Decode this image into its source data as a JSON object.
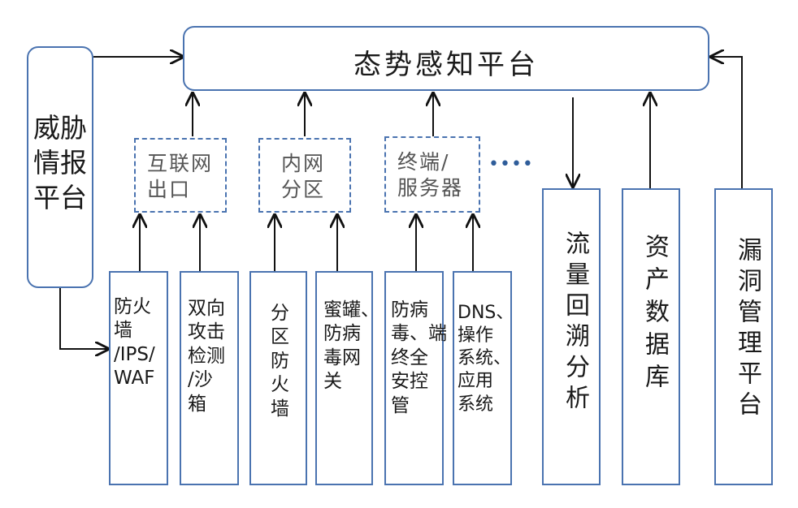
{
  "top_platform": "态势感知平台",
  "threat_intel": "威胁情报平台",
  "dashed_boxes": {
    "internet_exit": "互联网\n出口",
    "intranet_zone": "内网\n分区",
    "endpoint_server": "终端/\n服务器"
  },
  "ellipsis": "••••",
  "bottom_boxes": {
    "firewall_ips_waf": "防火\n墙\n/IPS/\nWAF",
    "bidirectional_sandbox": "双向\n攻击\n检测\n/沙\n箱",
    "zone_firewall": "分\n区\n防\n火\n墙",
    "honeypot_av_gateway": "蜜罐、\n防病\n毒网\n关",
    "antivirus_endpoint_control": "防病\n毒、端\n终全\n安控\n管",
    "dns_os_app": "DNS、\n操作\n系统、\n应用\n系统"
  },
  "side_platforms": {
    "traffic_traceback": "流量回溯分析",
    "asset_database": "资产数据库",
    "vuln_management": "漏洞管理平台"
  }
}
